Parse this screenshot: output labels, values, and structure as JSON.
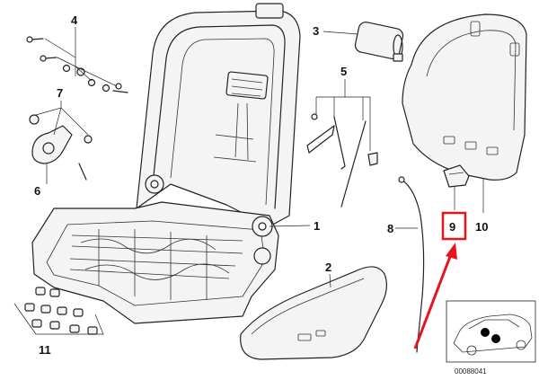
{
  "diagram": {
    "callouts": [
      "1",
      "2",
      "3",
      "4",
      "5",
      "6",
      "7",
      "8",
      "9",
      "10",
      "11"
    ],
    "highlighted_callout": "9",
    "highlight_color": "#e8141c",
    "arrow_color": "#e8141c",
    "diagram_id": "00088041"
  }
}
